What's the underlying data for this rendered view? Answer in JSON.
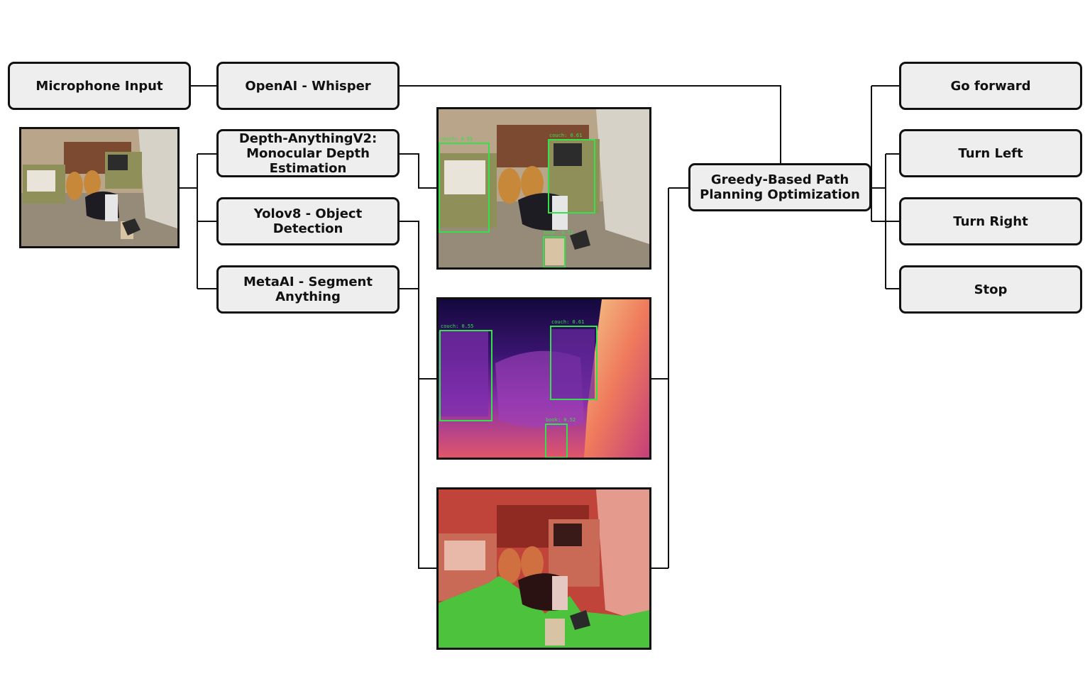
{
  "nodes": {
    "microphone": "Microphone Input",
    "whisper": "OpenAI - Whisper",
    "depth": "Depth-AnythingV2: Monocular Depth Estimation",
    "yolo": "Yolov8 - Object Detection",
    "sam": "MetaAI - Segment Anything",
    "planner": "Greedy-Based Path Planning Optimization"
  },
  "actions": {
    "forward": "Go forward",
    "left": "Turn Left",
    "right": "Turn Right",
    "stop": "Stop"
  },
  "images": {
    "input": "Input camera frame (living room)",
    "detection": "Object detection output",
    "depth": "Depth map with detections",
    "segmentation": "Segmentation mask"
  },
  "detections": {
    "couch_left": "couch: 0.55",
    "couch_right": "couch: 0.61",
    "book": "book: 0.52"
  },
  "colors": {
    "box_fill": "#eeeeee",
    "box_border": "#111111",
    "line": "#111111",
    "bbox": "#36e04a",
    "segment_floor": "#4cc23d",
    "segment_overlay": "#cc3a2a"
  }
}
